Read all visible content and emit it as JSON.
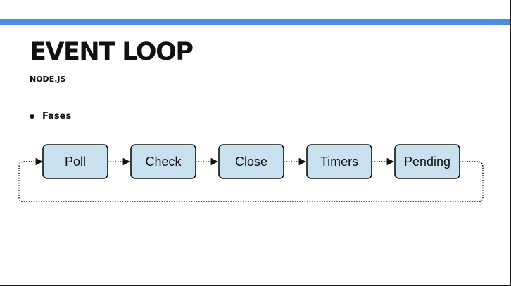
{
  "slide": {
    "title": "EVENT LOOP",
    "subtitle": "NODE.JS",
    "bullet": "Fases",
    "accent_color": "#4a8de2",
    "box_fill_color": "#c9e0ee"
  },
  "diagram": {
    "phases": [
      "Poll",
      "Check",
      "Close",
      "Timers",
      "Pending"
    ],
    "loop": "cycle back from last phase to first phase"
  }
}
